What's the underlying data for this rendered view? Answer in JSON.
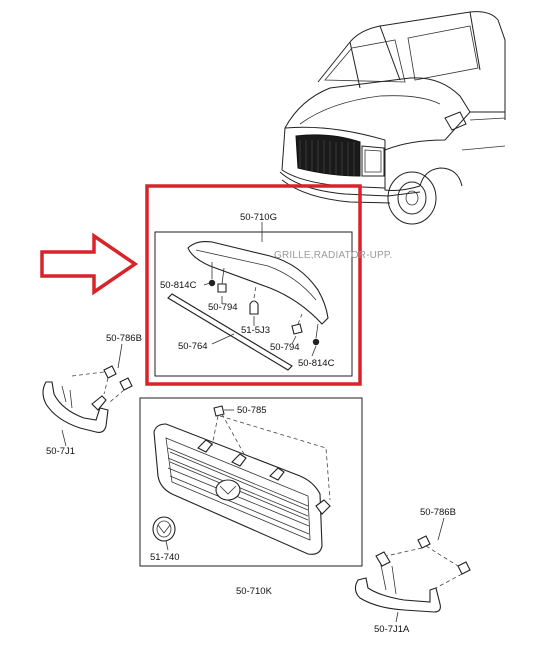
{
  "tooltip": "GRILLE,RADIATOR-UPP.",
  "highlight_color": "#d8232a",
  "labels": {
    "p_50_710G": "50-710G",
    "p_50_814C_a": "50-814C",
    "p_50_794_a": "50-794",
    "p_51_5J3": "51-5J3",
    "p_50_764": "50-764",
    "p_50_794_b": "50-794",
    "p_50_814C_b": "50-814C",
    "p_50_786B_a": "50-786B",
    "p_50_7J1": "50-7J1",
    "p_50_785": "50-785",
    "p_51_740": "51-740",
    "p_50_710K": "50-710K",
    "p_50_786B_b": "50-786B",
    "p_50_7J1A": "50-7J1A"
  }
}
